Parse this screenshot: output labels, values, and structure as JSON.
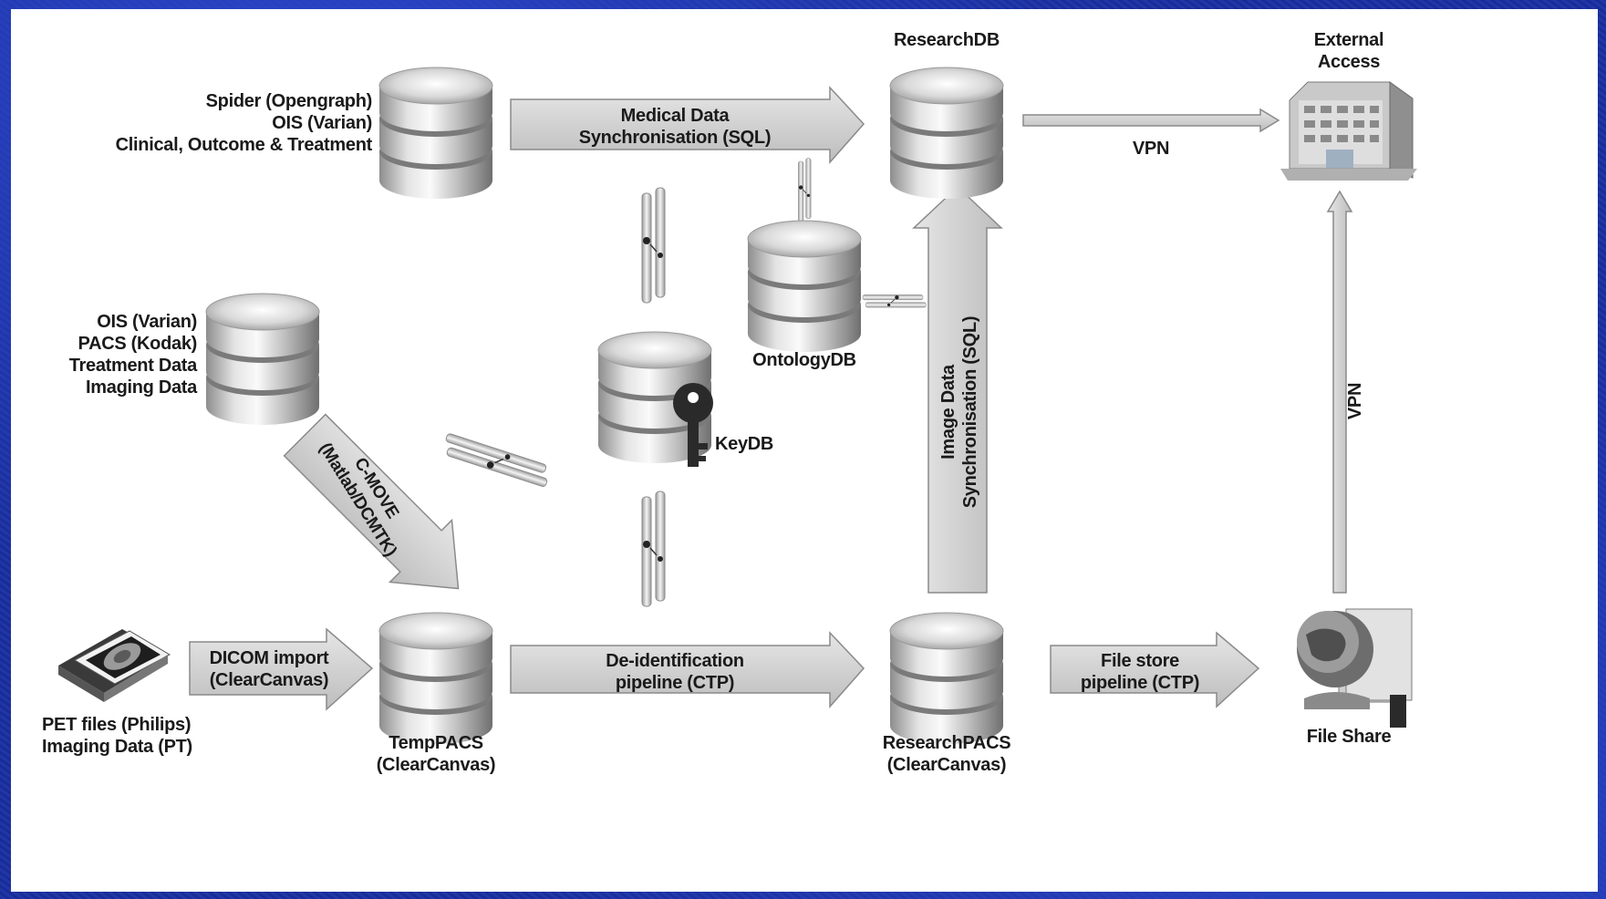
{
  "colors": {
    "background": "#1c2f9a",
    "canvas": "#ffffff",
    "arrow_fill": "#d4d4d4",
    "arrow_stroke": "#8a8a8a",
    "text": "#1a1a1a"
  },
  "nodes": {
    "spider_ois": "Spider (Opengraph)\nOIS (Varian)\nClinical, Outcome & Treatment",
    "ois_pacs": "OIS (Varian)\nPACS (Kodak)\nTreatment Data\nImaging Data",
    "pet_files": "PET files (Philips)\nImaging Data (PT)",
    "temppacs": "TempPACS\n(ClearCanvas)",
    "keydb": "KeyDB",
    "ontologydb": "OntologyDB",
    "researchdb": "ResearchDB",
    "researchpacs": "ResearchPACS\n(ClearCanvas)",
    "external_access": "External\nAccess",
    "file_share": "File Share"
  },
  "edges": {
    "medical_sync": "Medical Data\nSynchronisation (SQL)",
    "dicom_import": "DICOM import\n(ClearCanvas)",
    "c_move": "C-MOVE\n(Matlab/DCMTK)",
    "deidentification": "De-identification\npipeline (CTP)",
    "file_store": "File store\npipeline (CTP)",
    "image_sync": "Image Data\nSynchronisation (SQL)",
    "vpn_top": "VPN",
    "vpn_right": "VPN"
  },
  "icons": {
    "database": "database-icon",
    "key": "key-icon",
    "connector": "connector-icon",
    "building": "office-building-icon",
    "pet_scan": "pet-scan-image-icon",
    "file_share": "globe-file-share-icon"
  }
}
